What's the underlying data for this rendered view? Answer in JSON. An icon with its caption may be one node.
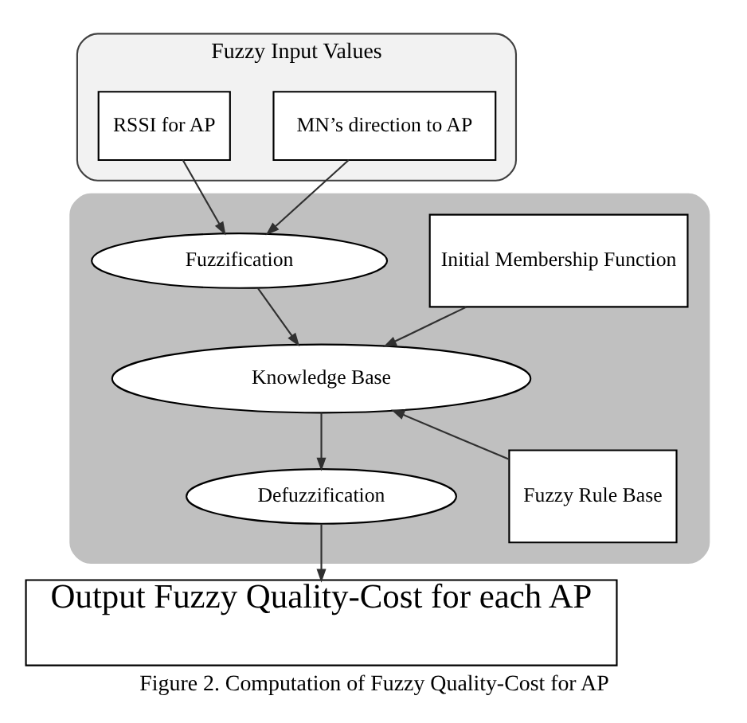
{
  "diagram": {
    "caption": "Figure 2. Computation of Fuzzy Quality-Cost for AP",
    "nodes": [
      {
        "text": [
          "Fuzzy Input Values"
        ]
      },
      {
        "text": [
          "RSSI for AP"
        ],
        "in": 0
      },
      {
        "text": [
          "MN’s direction to AP"
        ],
        "in": 0
      },
      {
        "text": [],
        "shape": "box"
      },
      {
        "text": [
          "Fuzzification"
        ],
        "in": 3
      },
      {
        "text": [
          "Initial Membership Function"
        ],
        "in": 3
      },
      {
        "text": [
          "Knowledge Base"
        ],
        "in": 3
      },
      {
        "text": [
          "Fuzzy Rule Base"
        ],
        "in": 3
      },
      {
        "text": [
          "Defuzzification"
        ],
        "in": 3
      },
      {
        "text": [
          "Output Fuzzy Quality-Cost for each AP"
        ]
      }
    ],
    "edges": [
      {
        "from": 1,
        "to": 4,
        "arrow": "to"
      },
      {
        "from": 2,
        "to": 4,
        "arrow": "to"
      },
      {
        "from": 4,
        "to": 6,
        "arrow": "to"
      },
      {
        "from": 5,
        "to": 6,
        "arrow": "to"
      },
      {
        "from": 7,
        "to": 6,
        "arrow": "to"
      },
      {
        "from": 6,
        "to": 8,
        "arrow": "to"
      },
      {
        "from": 8,
        "to": 9,
        "arrow": "to"
      }
    ]
  }
}
